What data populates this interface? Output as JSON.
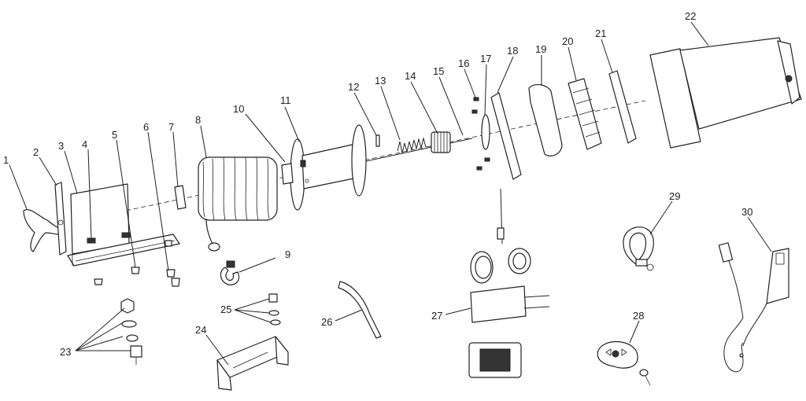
{
  "parts": [
    {
      "number": "1",
      "icon": "t-handle-icon"
    },
    {
      "number": "2",
      "icon": "end-plate-icon"
    },
    {
      "number": "3",
      "icon": "tie-plate-icon"
    },
    {
      "number": "4",
      "icon": "nut-icon"
    },
    {
      "number": "5",
      "icon": "nut-icon"
    },
    {
      "number": "6",
      "icon": "bolt-icon"
    },
    {
      "number": "7",
      "icon": "bushing-icon"
    },
    {
      "number": "8",
      "icon": "wire-rope-icon"
    },
    {
      "number": "9",
      "icon": "hook-icon"
    },
    {
      "number": "10",
      "icon": "drum-flange-icon"
    },
    {
      "number": "11",
      "icon": "drum-icon"
    },
    {
      "number": "12",
      "icon": "pin-icon"
    },
    {
      "number": "13",
      "icon": "spring-icon"
    },
    {
      "number": "14",
      "icon": "shaft-gear-icon"
    },
    {
      "number": "15",
      "icon": "shaft-icon"
    },
    {
      "number": "16",
      "icon": "screw-icon"
    },
    {
      "number": "17",
      "icon": "washer-icon"
    },
    {
      "number": "18",
      "icon": "end-housing-plate-icon"
    },
    {
      "number": "19",
      "icon": "gear-cover-icon"
    },
    {
      "number": "20",
      "icon": "gear-set-icon"
    },
    {
      "number": "21",
      "icon": "brake-disc-icon"
    },
    {
      "number": "22",
      "icon": "motor-icon"
    },
    {
      "number": "23",
      "icon": "fastener-set-icon"
    },
    {
      "number": "24",
      "icon": "mounting-bracket-icon"
    },
    {
      "number": "25",
      "icon": "bolt-washer-icon"
    },
    {
      "number": "26",
      "icon": "hose-icon"
    },
    {
      "number": "27",
      "icon": "control-box-icon"
    },
    {
      "number": "28",
      "icon": "remote-control-icon"
    },
    {
      "number": "29",
      "icon": "shackle-icon"
    },
    {
      "number": "30",
      "icon": "wired-controller-icon"
    }
  ]
}
